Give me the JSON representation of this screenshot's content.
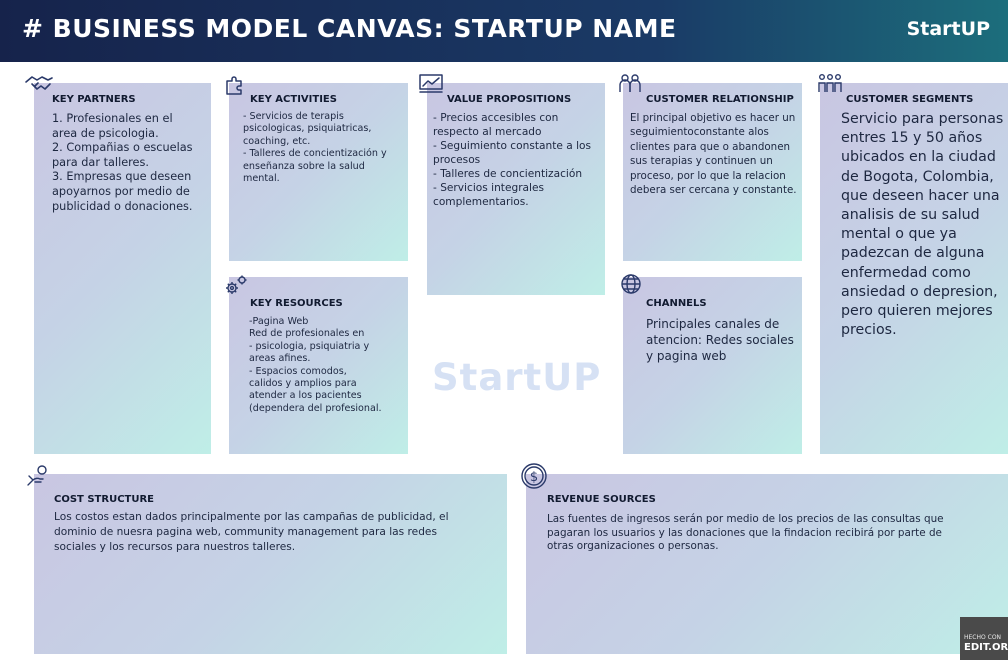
{
  "header": {
    "title": "# BUSINESS MODEL CANVAS: STARTUP NAME",
    "brand": "StartUP"
  },
  "watermark": {
    "logo_text": "StartUP"
  },
  "sections": {
    "key_partners": {
      "label": "KEY PARTNERS",
      "icon": "handshake-icon",
      "body": "1. Profesionales en el area de psicologia.\n2. Compañias o escuelas para dar talleres.\n3. Empresas que deseen apoyarnos por medio de publicidad o donaciones."
    },
    "key_activities": {
      "label": "KEY ACTIVITIES",
      "icon": "puzzle-icon",
      "body": "- Servicios de terapis psicologicas, psiquiatricas, coaching, etc.\n- Talleres de concientización y enseñanza sobre la salud mental."
    },
    "key_resources": {
      "label": "KEY RESOURCES",
      "icon": "gears-icon",
      "body": "-Pagina Web\nRed de profesionales en\n- psicologia, psiquiatria y areas afines.\n- Espacios comodos, calidos y amplios para atender a los pacientes (dependera del profesional."
    },
    "value_propositions": {
      "label": "VALUE PROPOSITIONS",
      "icon": "chart-monitor-icon",
      "body": "- Precios accesibles con respecto al mercado\n- Seguimiento constante a los procesos\n- Talleres de concientización\n- Servicios integrales complementarios."
    },
    "customer_relationship": {
      "label": "CUSTOMER RELATIONSHIP",
      "icon": "people-icon",
      "body": "El principal objetivo es hacer un seguimientoconstante alos clientes para que o abandonen sus terapias y continuen un proceso, por lo que la relacion debera ser cercana y constante."
    },
    "channels": {
      "label": "CHANNELS",
      "icon": "globe-icon",
      "body": "Principales canales de atencion: Redes sociales y pagina web"
    },
    "customer_segments": {
      "label": "CUSTOMER SEGMENTS",
      "icon": "group-icon",
      "body": "Servicio para personas entres 15 y 50 años ubicados en la ciudad de Bogota, Colombia, que deseen hacer una analisis de su salud mental o que ya padezcan de alguna enfermedad como ansiedad o depresion, pero quieren mejores precios."
    },
    "cost_structure": {
      "label": "COST STRUCTURE",
      "icon": "hand-coin-icon",
      "body": "Los costos estan dados principalmente por las campañas de publicidad, el dominio de nuesra pagina web, community management para las redes sociales y los recursos para nuestros talleres."
    },
    "revenue_sources": {
      "label": "REVENUE SOURCES",
      "icon": "dollar-coin-icon",
      "body": "Las fuentes de ingresos serán por medio de los precios de las consultas que pagaran los usuarios y las donaciones que la findacion recibirá por parte de otras organizaciones o personas."
    }
  },
  "footer_badge": {
    "line1": "HECHO CON",
    "line2": "EDIT.ORG"
  },
  "colors": {
    "header_bg": "#16234b",
    "header_accent": "#1c6e7c",
    "card_gradient_start": "#c9c6e2",
    "card_gradient_end": "#bfeee7",
    "text": "#1d2740"
  }
}
